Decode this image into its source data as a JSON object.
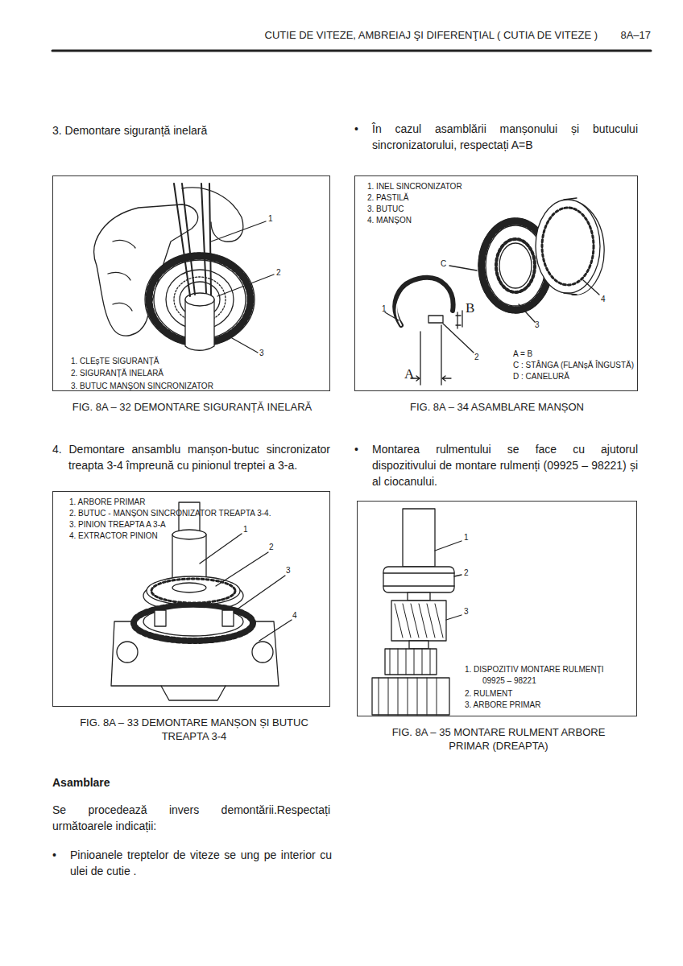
{
  "diagram": {
    "title": "CUTIE DE VITEZE, AMBREIAJ ŞI DIFERENŢIAL ( CUTIA DE VITEZE )",
    "nodes": [
      {
        "text": [
          "1. CLEșTE SIGURANȚĂ",
          "2. SIGURANȚĂ INELARĂ",
          "3. BUTUC MANȘON SINCRONIZATOR",
          "FIG. 8A – 32 DEMONTARE SIGURANȚĂ INELARĂ"
        ]
      },
      {
        "text": [
          "1. INEL SINCRONIZATOR",
          "2. PASTILĂ",
          "3. BUTUC",
          "4. MANȘON",
          "A = B",
          "C : STÂNGA (FLANșĂ ÎNGUSTĂ)",
          "D : CANELURĂ",
          "FIG. 8A – 34 ASAMBLARE MANȘON"
        ]
      },
      {
        "text": [
          "1. ARBORE PRIMAR",
          "2. BUTUC - MANȘON SINCRONIZATOR TREAPTA 3-4.",
          "3. PINION TREAPTA A 3-A",
          "4. EXTRACTOR PINION",
          "FIG. 8A – 33 DEMONTARE MANȘON ȘI BUTUC TREAPTA 3-4"
        ]
      },
      {
        "text": [
          "1. DISPOZITIV MONTARE RULMENȚI 09925 – 98221",
          "2. RULMENT",
          "3. ARBORE PRIMAR",
          "FIG. 8A – 35 MONTARE RULMENT ARBORE PRIMAR (DREAPTA)"
        ]
      }
    ],
    "labels": [
      "8A–17",
      "3. Demontare siguranță inelară",
      "•",
      "În cazul asamblării manșonului și butucului sincronizatorului, respectați A=B",
      "1",
      "2",
      "3",
      "C",
      "4",
      "1",
      "B",
      "3",
      "2",
      "A",
      "4. Demontare ansamblu manșon-butuc sincronizator treapta 3-4 împreună cu pinionul treptei a 3-a.",
      "•",
      "Montarea rulmentului se face cu ajutorul dispozitivului de montare rulmenți (09925 – 98221) și al ciocanului.",
      "1",
      "2",
      "3",
      "4",
      "1",
      "2",
      "3",
      "Asamblare",
      "Se procedează invers demontării.Respectați următoarele indicații:",
      "•",
      "Pinioanele treptelor de viteze se ung pe interior cu ulei de cutie ."
    ]
  }
}
